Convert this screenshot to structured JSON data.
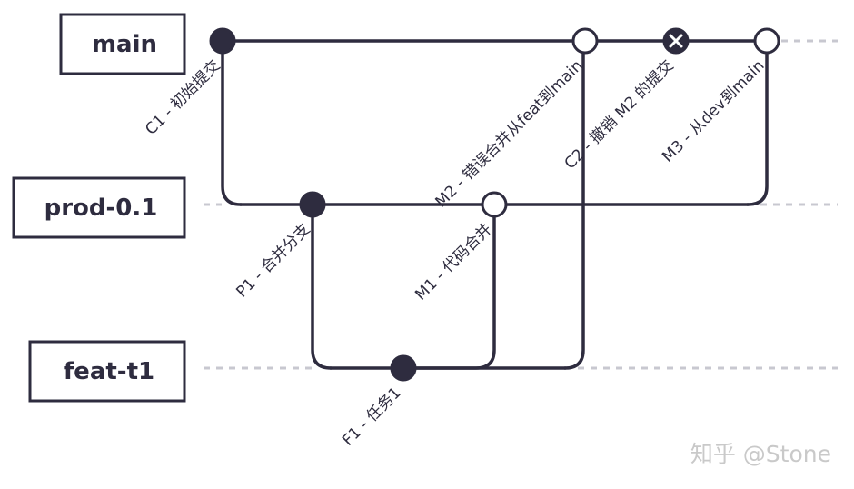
{
  "branches": [
    {
      "name": "main"
    },
    {
      "name": "prod-0.1"
    },
    {
      "name": "feat-t1"
    }
  ],
  "commits": {
    "c1": {
      "label": "C1 - 初始提交"
    },
    "m2": {
      "label": "M2 - 错误合并从feat到main"
    },
    "c2": {
      "label": "C2 - 撤销 M2 的提交"
    },
    "m3": {
      "label": "M3 - 从dev到main"
    },
    "p1": {
      "label": "P1 - 合并分支"
    },
    "m1": {
      "label": "M1 - 代码合并"
    },
    "f1": {
      "label": "F1 - 任务1"
    }
  },
  "watermark": "知乎 @Stone",
  "colors": {
    "ink": "#2e2c3f",
    "dash": "#c8c8d0",
    "watermark": "#c9c9c9",
    "background": "#ffffff"
  }
}
